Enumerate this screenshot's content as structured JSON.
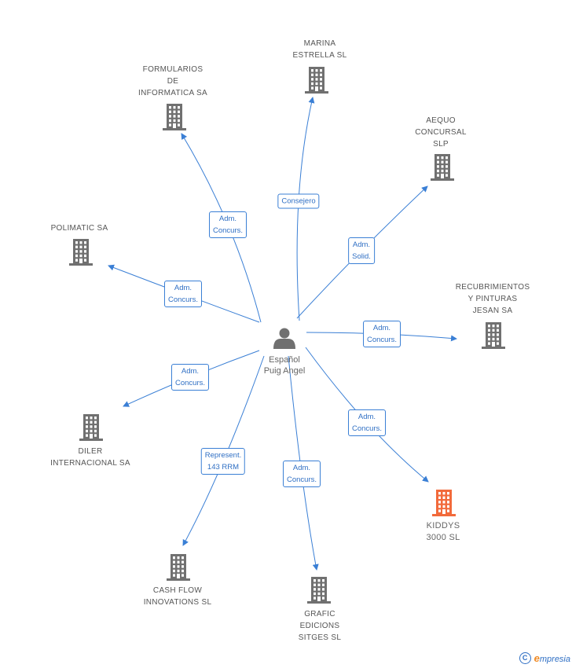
{
  "colors": {
    "edge": "#3a7fd5",
    "building": "#707070",
    "highlight": "#f26a3b",
    "person": "#707070"
  },
  "center": {
    "label": "Español\nPuig Angel"
  },
  "nodes": [
    {
      "id": "marina",
      "label": "MARINA\nESTRELLA SL",
      "highlight": false
    },
    {
      "id": "formularios",
      "label": "FORMULARIOS\nDE\nINFORMATICA SA",
      "highlight": false
    },
    {
      "id": "aequo",
      "label": "AEQUO\nCONCURSAL\nSLP",
      "highlight": false
    },
    {
      "id": "polimatic",
      "label": "POLIMATIC SA",
      "highlight": false
    },
    {
      "id": "recubrimientos",
      "label": "RECUBRIMIENTOS\nY PINTURAS\nJESAN SA",
      "highlight": false
    },
    {
      "id": "diler",
      "label": "DILER\nINTERNACIONAL SA",
      "highlight": false
    },
    {
      "id": "kiddys",
      "label": "KIDDYS\n3000 SL",
      "highlight": true
    },
    {
      "id": "cashflow",
      "label": "CASH FLOW\nINNOVATIONS SL",
      "highlight": false
    },
    {
      "id": "grafic",
      "label": "GRAFIC\nEDICIONS\nSITGES SL",
      "highlight": false
    }
  ],
  "edges": [
    {
      "to": "marina",
      "label": "Consejero"
    },
    {
      "to": "formularios",
      "label": "Adm.\nConcurs."
    },
    {
      "to": "aequo",
      "label": "Adm.\nSolid."
    },
    {
      "to": "polimatic",
      "label": "Adm.\nConcurs."
    },
    {
      "to": "recubrimientos",
      "label": "Adm.\nConcurs."
    },
    {
      "to": "diler",
      "label": "Adm.\nConcurs."
    },
    {
      "to": "kiddys",
      "label": "Adm.\nConcurs."
    },
    {
      "to": "cashflow",
      "label": "Represent.\n143 RRM"
    },
    {
      "to": "grafic",
      "label": "Adm.\nConcurs."
    }
  ],
  "brand": {
    "copyright": "C",
    "initial": "e",
    "name": "mpresia"
  }
}
